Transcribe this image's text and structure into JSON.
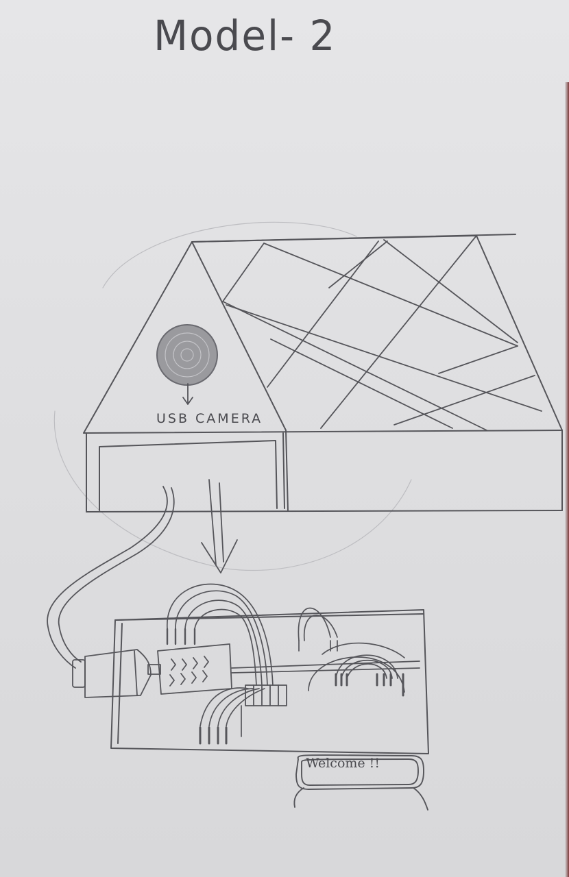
{
  "title": "Model- 2",
  "labels": {
    "camera": "USB CAMERA",
    "display": "Welcome !!"
  },
  "icons": {
    "camera": "usb-camera-icon",
    "arrow": "down-arrow-icon"
  },
  "colors": {
    "paper": "#e3e3e5",
    "pencil": "#55555a"
  }
}
